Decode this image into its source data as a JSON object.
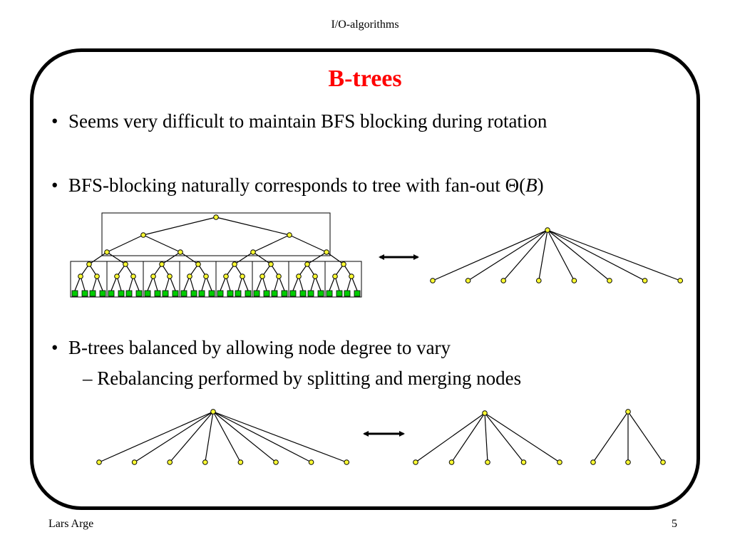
{
  "header": {
    "title": "I/O-algorithms"
  },
  "slide": {
    "title": "B-trees",
    "bullets": [
      "Seems very difficult to maintain BFS blocking during rotation",
      "BFS-blocking naturally corresponds to tree with fan-out Θ(",
      "B-trees balanced by allowing node degree to vary"
    ],
    "theta_var": "B",
    "theta_close": ")",
    "sub_bullets": [
      "– Rebalancing performed by splitting and merging nodes"
    ]
  },
  "footer": {
    "author": "Lars Arge",
    "page": "5"
  },
  "colors": {
    "title": "#ff0000",
    "node": "#ffff33",
    "leaf_block": "#00cc00"
  }
}
